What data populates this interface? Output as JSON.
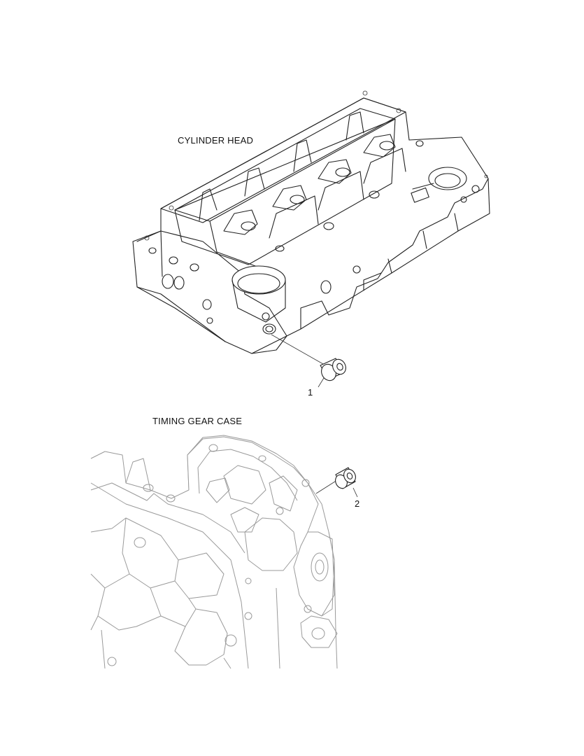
{
  "sections": [
    {
      "title": "CYLINDER HEAD",
      "part": {
        "callout": "1"
      }
    },
    {
      "title": "TIMING GEAR CASE",
      "part": {
        "callout": "2"
      }
    }
  ]
}
